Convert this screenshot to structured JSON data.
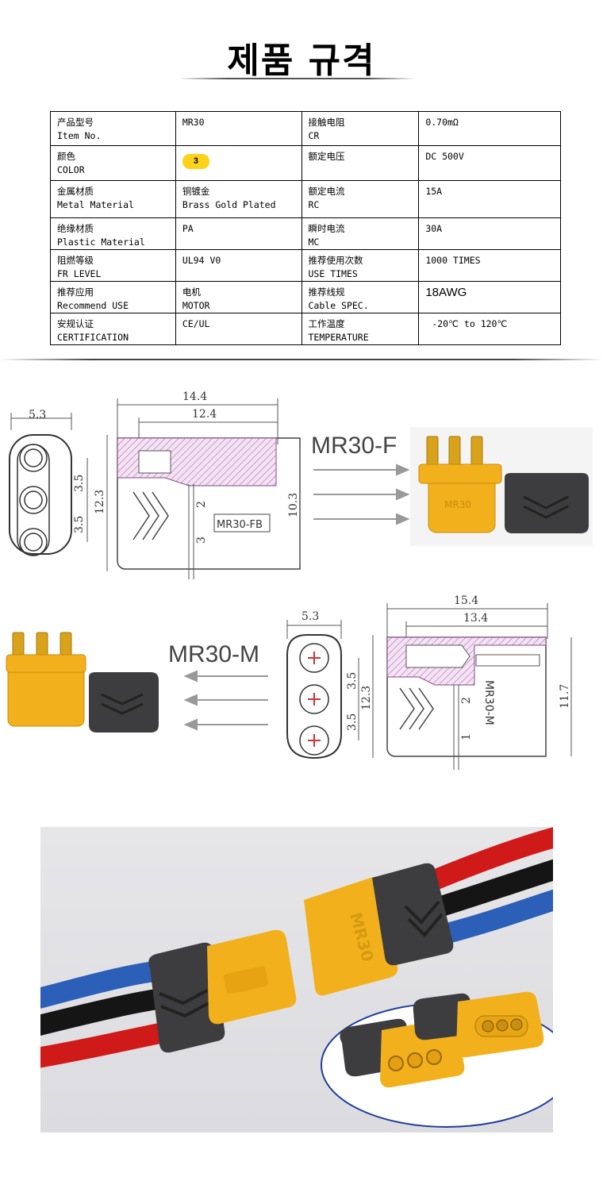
{
  "page_title": "제품 규격",
  "spec_rows": [
    {
      "label_cn": "产品型号",
      "label_en": "Item No.",
      "value": "MR30",
      "label2_cn": "接触电阻",
      "label2_en": "CR",
      "value2": "0.70mΩ"
    },
    {
      "label_cn": "颜色",
      "label_en": "COLOR",
      "value": "3",
      "label2_cn": "额定电压",
      "label2_en": "",
      "value2": "DC 500V"
    },
    {
      "label_cn": "金属材质",
      "label_en": "Metal Material",
      "value_cn": "铜镀金",
      "value": "Brass Gold Plated",
      "label2_cn": "额定电流",
      "label2_en": "RC",
      "value2": "15A"
    },
    {
      "label_cn": "绝缘材质",
      "label_en": "Plastic Material",
      "value": "PA",
      "label2_cn": "瞬时电流",
      "label2_en": "MC",
      "value2": "30A"
    },
    {
      "label_cn": "阻燃等级",
      "label_en": "FR LEVEL",
      "value": "UL94 V0",
      "label2_cn": "推荐使用次数",
      "label2_en": "USE TIMES",
      "value2": "1000 TIMES"
    },
    {
      "label_cn": "推荐应用",
      "label_en": "Recommend USE",
      "value_cn": "电机",
      "value": "MOTOR",
      "label2_cn": "推荐线规",
      "label2_en": "Cable SPEC.",
      "value2": "18AWG"
    },
    {
      "label_cn": "安规认证",
      "label_en": "CERTIFICATION",
      "value": "CE/UL",
      "label2_cn": "工作温度",
      "label2_en": "TEMPERATURE",
      "value2": "-20℃ to 120℃"
    }
  ],
  "female": {
    "name": "MR30-F",
    "dim_width": "5.3",
    "dim_pitch_a": "3.5",
    "dim_pitch_b": "3.5",
    "dim_height": "12.3",
    "dim_len_total": "14.4",
    "dim_len_body": "12.4",
    "dim_body_h": "10.3",
    "body_mark": "MR30-FB",
    "pin_2": "2",
    "pin_3": "3"
  },
  "male": {
    "name": "MR30-M",
    "dim_width": "5.3",
    "dim_pitch_a": "3.5",
    "dim_pitch_b": "3.5",
    "dim_height": "12.3",
    "dim_len_total": "15.4",
    "dim_len_body": "13.4",
    "dim_body_h": "11.7",
    "body_mark": "MR30-M",
    "pin_2": "2",
    "pin_1": "1"
  },
  "housing_mark": "MR30",
  "colors": {
    "connector_yellow": "#f2b11c",
    "sleeve_gray": "#3d3d3f",
    "wire_red": "#d01a1a",
    "wire_blue": "#2c5fb8",
    "wire_black": "#151515",
    "hatch": "#b06ab0",
    "badge": "#ffd21a"
  }
}
